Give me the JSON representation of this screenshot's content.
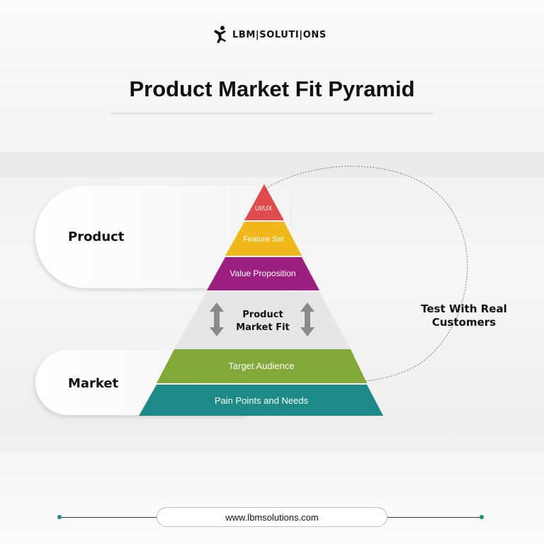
{
  "brand": {
    "logo_text": "LBM|SOLUTI|ONS"
  },
  "title": "Product Market Fit Pyramid",
  "side_labels": {
    "product": "Product",
    "market": "Market"
  },
  "pyramid": {
    "layers": [
      {
        "label": "UI/UX",
        "color": "#df4a4c"
      },
      {
        "label": "Feature Set",
        "color": "#f1b81b"
      },
      {
        "label": "Value Proposition",
        "color": "#9b1f7e"
      },
      {
        "label": "Product Market Fit",
        "color": "#e6e6e6"
      },
      {
        "label": "Target Audience",
        "color": "#82a83a"
      },
      {
        "label": "Pain Points and Needs",
        "color": "#1e8a87"
      }
    ],
    "center_lines": [
      "Product",
      "Market Fit"
    ]
  },
  "callout": {
    "line1": "Test With Real",
    "line2": "Customers"
  },
  "footer": {
    "url": "www.lbmsolutions.com"
  },
  "colors": {
    "accent_teal": "#1e8a87",
    "arrow_gray": "#8a8a8a"
  },
  "icons": {
    "logo": "running-person-icon",
    "arrows": "up-down-arrow-icon"
  }
}
